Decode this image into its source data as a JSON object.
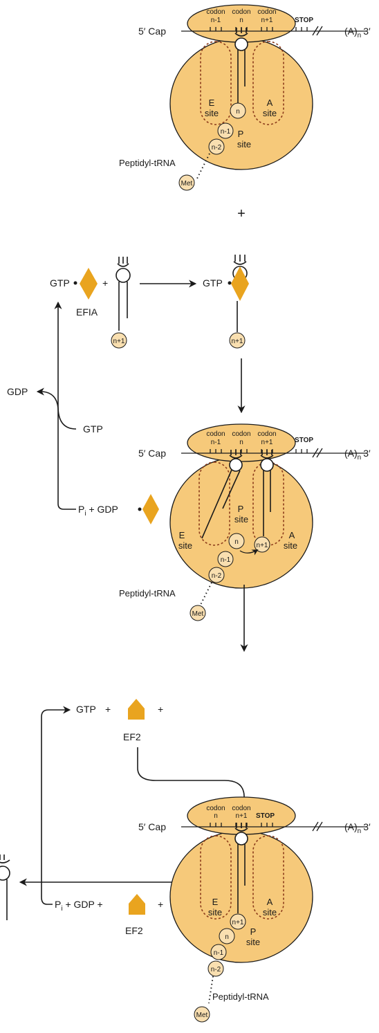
{
  "panel1": {
    "cap": "5′ Cap",
    "polyA": "(A)",
    "polyA_sub": "n",
    "three_prime": "3′",
    "codons": [
      "codon",
      "codon",
      "codon"
    ],
    "codon_nums": [
      "n-1",
      "n",
      "n+1"
    ],
    "stop": "STOP",
    "e_site": [
      "E",
      "site"
    ],
    "a_site": [
      "A",
      "site"
    ],
    "p_site": [
      "P",
      "site"
    ],
    "beads": [
      "n",
      "n-1",
      "n-2"
    ],
    "met": "Met",
    "peptidyl": "Peptidyl-tRNA"
  },
  "plus_sign": "+",
  "ef1a_row": {
    "gtp_left": "GTP",
    "plus": "+",
    "factor_label": "EFIA",
    "bead": "n+1",
    "gtp_right": "GTP",
    "bead_right": "n+1"
  },
  "cycle1": {
    "gdp": "GDP",
    "gtp": "GTP",
    "pi": "P",
    "pi_sub": "i",
    "pi_rest": " + GDP"
  },
  "panel2": {
    "cap": "5′ Cap",
    "polyA": "(A)",
    "polyA_sub": "n",
    "three_prime": "3′",
    "codons": [
      "codon",
      "codon",
      "codon"
    ],
    "codon_nums": [
      "n-1",
      "n",
      "n+1"
    ],
    "stop": "STOP",
    "e_site": [
      "E",
      "site"
    ],
    "a_site": [
      "A",
      "site"
    ],
    "p_site": [
      "P",
      "site"
    ],
    "beads": [
      "n",
      "n+1",
      "n-1",
      "n-2"
    ],
    "met": "Met",
    "peptidyl": "Peptidyl-tRNA"
  },
  "ef2_row": {
    "gtp": "GTP",
    "plus1": "+",
    "plus2": "+",
    "factor_label": "EF2"
  },
  "cycle2": {
    "pi": "P",
    "pi_sub": "i",
    "pi_rest": " + GDP +",
    "plus": "+",
    "factor_label": "EF2"
  },
  "panel3": {
    "cap": "5′ Cap",
    "polyA": "(A)",
    "polyA_sub": "n",
    "three_prime": "3′",
    "codons": [
      "codon",
      "codon"
    ],
    "codon_nums": [
      "n",
      "n+1"
    ],
    "stop": "STOP",
    "e_site": [
      "E",
      "site"
    ],
    "a_site": [
      "A",
      "site"
    ],
    "p_site": [
      "P",
      "site"
    ],
    "beads": [
      "n+1",
      "n",
      "n-1",
      "n-2"
    ],
    "met": "Met",
    "peptidyl": "Peptidyl-tRNA"
  },
  "colors": {
    "ribosome": "#f6c97a",
    "site_outline": "#8b3a1a",
    "factor": "#e9a41f",
    "bead": "#f9dfb0"
  }
}
